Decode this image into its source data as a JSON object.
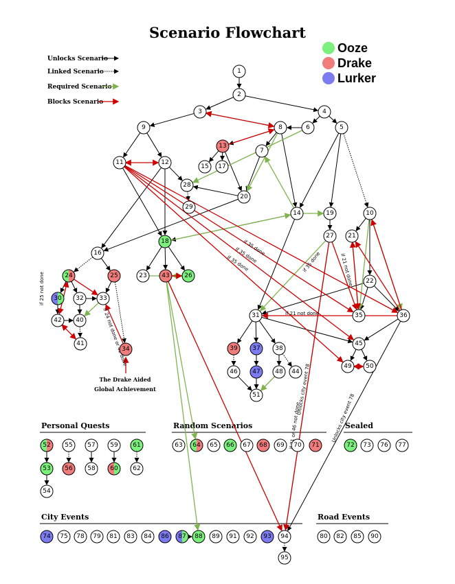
{
  "title": "Scenario Flowchart",
  "legend": [
    {
      "key": "unlocks",
      "label": "Unlocks Scenario",
      "color": "#000000",
      "style": "solid"
    },
    {
      "key": "linked",
      "label": "Linked Scenario",
      "color": "#000000",
      "style": "dotted"
    },
    {
      "key": "required",
      "label": "Required Scenario",
      "color": "#7fb34d",
      "style": "solid"
    },
    {
      "key": "blocks",
      "label": "Blocks Scenario",
      "color": "#cc0000",
      "style": "solid"
    }
  ],
  "factions": [
    {
      "name": "Ooze",
      "color": "#7cf07c"
    },
    {
      "name": "Drake",
      "color": "#f07c7c"
    },
    {
      "name": "Lurker",
      "color": "#7c7cf0"
    }
  ],
  "sections": {
    "personal": "Personal Quests",
    "random": "Random Scenarios",
    "sealed": "Sealed",
    "city": "City Events",
    "road": "Road Events"
  },
  "note_drake": [
    "The Drake Aided",
    "Global Achievement"
  ],
  "annotations": [
    "if 25 not done",
    "if 24 not done or 42 done",
    "if 35 done",
    "if 35 done",
    "if 35 done",
    "if 35 done",
    "if 21 not done",
    "if 21 not done",
    "if 21 or 46 not done",
    "Unlocks city event 78",
    "Unlocks city event 78"
  ],
  "nodes": [
    {
      "id": "1",
      "fill": "white"
    },
    {
      "id": "2",
      "fill": "white"
    },
    {
      "id": "3",
      "fill": "white"
    },
    {
      "id": "4",
      "fill": "white"
    },
    {
      "id": "5",
      "fill": "white"
    },
    {
      "id": "6",
      "fill": "white"
    },
    {
      "id": "7",
      "fill": "white"
    },
    {
      "id": "8",
      "fill": "white"
    },
    {
      "id": "9",
      "fill": "white"
    },
    {
      "id": "10",
      "fill": "white"
    },
    {
      "id": "11",
      "fill": "white"
    },
    {
      "id": "12",
      "fill": "white"
    },
    {
      "id": "13",
      "fill": "drake"
    },
    {
      "id": "14",
      "fill": "white"
    },
    {
      "id": "15",
      "fill": "white"
    },
    {
      "id": "16",
      "fill": "white"
    },
    {
      "id": "17",
      "fill": "white"
    },
    {
      "id": "18",
      "fill": "ooze"
    },
    {
      "id": "19",
      "fill": "white"
    },
    {
      "id": "20",
      "fill": "white"
    },
    {
      "id": "21",
      "fill": "white"
    },
    {
      "id": "22",
      "fill": "white"
    },
    {
      "id": "23",
      "fill": "white"
    },
    {
      "id": "24",
      "fill": "ooze-drake"
    },
    {
      "id": "25",
      "fill": "drake"
    },
    {
      "id": "26",
      "fill": "ooze"
    },
    {
      "id": "27",
      "fill": "white"
    },
    {
      "id": "28",
      "fill": "white"
    },
    {
      "id": "29",
      "fill": "white"
    },
    {
      "id": "30",
      "fill": "lurker-ooze"
    },
    {
      "id": "31",
      "fill": "white"
    },
    {
      "id": "32",
      "fill": "white"
    },
    {
      "id": "33",
      "fill": "white"
    },
    {
      "id": "34",
      "fill": "drake"
    },
    {
      "id": "35",
      "fill": "white"
    },
    {
      "id": "36",
      "fill": "white"
    },
    {
      "id": "37",
      "fill": "lurker"
    },
    {
      "id": "38",
      "fill": "white"
    },
    {
      "id": "39",
      "fill": "drake"
    },
    {
      "id": "40",
      "fill": "white"
    },
    {
      "id": "41",
      "fill": "white"
    },
    {
      "id": "42",
      "fill": "white"
    },
    {
      "id": "43",
      "fill": "drake"
    },
    {
      "id": "44",
      "fill": "white"
    },
    {
      "id": "45",
      "fill": "white"
    },
    {
      "id": "46",
      "fill": "white"
    },
    {
      "id": "47",
      "fill": "lurker"
    },
    {
      "id": "48",
      "fill": "white"
    },
    {
      "id": "49",
      "fill": "white"
    },
    {
      "id": "50",
      "fill": "white"
    },
    {
      "id": "51",
      "fill": "white"
    },
    {
      "id": "52",
      "fill": "ooze-drake"
    },
    {
      "id": "53",
      "fill": "ooze"
    },
    {
      "id": "54",
      "fill": "white"
    },
    {
      "id": "55",
      "fill": "white"
    },
    {
      "id": "56",
      "fill": "drake"
    },
    {
      "id": "57",
      "fill": "white"
    },
    {
      "id": "58",
      "fill": "white"
    },
    {
      "id": "59",
      "fill": "white"
    },
    {
      "id": "60",
      "fill": "drake-ooze"
    },
    {
      "id": "61",
      "fill": "ooze"
    },
    {
      "id": "62",
      "fill": "white"
    },
    {
      "id": "63",
      "fill": "white"
    },
    {
      "id": "64",
      "fill": "ooze-drake"
    },
    {
      "id": "65",
      "fill": "white"
    },
    {
      "id": "66",
      "fill": "ooze"
    },
    {
      "id": "67",
      "fill": "white"
    },
    {
      "id": "68",
      "fill": "drake"
    },
    {
      "id": "69",
      "fill": "white"
    },
    {
      "id": "70",
      "fill": "white"
    },
    {
      "id": "71",
      "fill": "drake"
    },
    {
      "id": "72",
      "fill": "ooze"
    },
    {
      "id": "73",
      "fill": "white"
    },
    {
      "id": "76",
      "fill": "white"
    },
    {
      "id": "77",
      "fill": "white"
    },
    {
      "id": "74",
      "fill": "lurker"
    },
    {
      "id": "75",
      "fill": "white"
    },
    {
      "id": "78",
      "fill": "white"
    },
    {
      "id": "79",
      "fill": "white"
    },
    {
      "id": "81",
      "fill": "white"
    },
    {
      "id": "83",
      "fill": "white"
    },
    {
      "id": "84",
      "fill": "white"
    },
    {
      "id": "86",
      "fill": "lurker"
    },
    {
      "id": "87",
      "fill": "lurker-ooze"
    },
    {
      "id": "88",
      "fill": "ooze"
    },
    {
      "id": "89",
      "fill": "white"
    },
    {
      "id": "91",
      "fill": "white"
    },
    {
      "id": "92",
      "fill": "white"
    },
    {
      "id": "93",
      "fill": "lurker"
    },
    {
      "id": "94",
      "fill": "white"
    },
    {
      "id": "95",
      "fill": "white"
    },
    {
      "id": "80",
      "fill": "white"
    },
    {
      "id": "82",
      "fill": "white"
    },
    {
      "id": "85",
      "fill": "white"
    },
    {
      "id": "90",
      "fill": "white"
    }
  ],
  "edges": [
    {
      "from": "1",
      "to": "2",
      "type": "unlocks"
    },
    {
      "from": "2",
      "to": "3",
      "type": "unlocks"
    },
    {
      "from": "2",
      "to": "4",
      "type": "unlocks"
    },
    {
      "from": "3",
      "to": "8",
      "type": "unlocks"
    },
    {
      "from": "3",
      "to": "9",
      "type": "unlocks"
    },
    {
      "from": "4",
      "to": "5",
      "type": "unlocks"
    },
    {
      "from": "4",
      "to": "6",
      "type": "unlocks"
    },
    {
      "from": "6",
      "to": "8",
      "type": "unlocks"
    },
    {
      "from": "8",
      "to": "7",
      "type": "unlocks"
    },
    {
      "from": "8",
      "to": "13",
      "type": "unlocks"
    },
    {
      "from": "8",
      "to": "14",
      "type": "unlocks"
    },
    {
      "from": "9",
      "to": "11",
      "type": "unlocks"
    },
    {
      "from": "9",
      "to": "12",
      "type": "unlocks"
    },
    {
      "from": "13",
      "to": "15",
      "type": "unlocks"
    },
    {
      "from": "13",
      "to": "17",
      "type": "unlocks"
    },
    {
      "from": "13",
      "to": "20",
      "type": "unlocks"
    },
    {
      "from": "7",
      "to": "20",
      "type": "unlocks"
    },
    {
      "from": "12",
      "to": "28",
      "type": "unlocks"
    },
    {
      "from": "12",
      "to": "18",
      "type": "unlocks"
    },
    {
      "from": "12",
      "to": "16",
      "type": "unlocks"
    },
    {
      "from": "11",
      "to": "18",
      "type": "unlocks"
    },
    {
      "from": "20",
      "to": "28",
      "type": "unlocks"
    },
    {
      "from": "20",
      "to": "16",
      "type": "unlocks"
    },
    {
      "from": "28",
      "to": "29",
      "type": "linked"
    },
    {
      "from": "5",
      "to": "14",
      "type": "unlocks"
    },
    {
      "from": "5",
      "to": "19",
      "type": "unlocks"
    },
    {
      "from": "5",
      "to": "10",
      "type": "linked"
    },
    {
      "from": "19",
      "to": "27",
      "type": "unlocks"
    },
    {
      "from": "10",
      "to": "21",
      "type": "unlocks"
    },
    {
      "from": "10",
      "to": "22",
      "type": "unlocks"
    },
    {
      "from": "14",
      "to": "18",
      "type": "unlocks"
    },
    {
      "from": "14",
      "to": "31",
      "type": "unlocks"
    },
    {
      "from": "18",
      "to": "23",
      "type": "unlocks"
    },
    {
      "from": "18",
      "to": "43",
      "type": "unlocks"
    },
    {
      "from": "18",
      "to": "26",
      "type": "unlocks"
    },
    {
      "from": "16",
      "to": "24",
      "type": "linked"
    },
    {
      "from": "16",
      "to": "25",
      "type": "unlocks"
    },
    {
      "from": "24",
      "to": "32",
      "type": "unlocks"
    },
    {
      "from": "24",
      "to": "30",
      "type": "unlocks"
    },
    {
      "from": "25",
      "to": "33",
      "type": "unlocks"
    },
    {
      "from": "32",
      "to": "33",
      "type": "unlocks"
    },
    {
      "from": "32",
      "to": "40",
      "type": "unlocks"
    },
    {
      "from": "30",
      "to": "42",
      "type": "unlocks"
    },
    {
      "from": "42",
      "to": "40",
      "type": "unlocks"
    },
    {
      "from": "40",
      "to": "41",
      "type": "linked"
    },
    {
      "from": "25",
      "to": "34",
      "type": "linked"
    },
    {
      "from": "22",
      "to": "31",
      "type": "unlocks"
    },
    {
      "from": "22",
      "to": "35",
      "type": "unlocks"
    },
    {
      "from": "22",
      "to": "36",
      "type": "unlocks"
    },
    {
      "from": "31",
      "to": "39",
      "type": "unlocks"
    },
    {
      "from": "31",
      "to": "37",
      "type": "unlocks"
    },
    {
      "from": "31",
      "to": "38",
      "type": "unlocks"
    },
    {
      "from": "31",
      "to": "45",
      "type": "unlocks"
    },
    {
      "from": "39",
      "to": "46",
      "type": "linked"
    },
    {
      "from": "38",
      "to": "48",
      "type": "unlocks"
    },
    {
      "from": "38",
      "to": "44",
      "type": "linked"
    },
    {
      "from": "37",
      "to": "47",
      "type": "unlocks"
    },
    {
      "from": "46",
      "to": "51",
      "type": "unlocks"
    },
    {
      "from": "47",
      "to": "51",
      "type": "unlocks"
    },
    {
      "from": "48",
      "to": "51",
      "type": "unlocks"
    },
    {
      "from": "45",
      "to": "50",
      "type": "unlocks"
    },
    {
      "from": "45",
      "to": "49",
      "type": "unlocks"
    },
    {
      "from": "36",
      "to": "45",
      "type": "unlocks"
    },
    {
      "from": "27",
      "to": "94",
      "type": "unlocks"
    },
    {
      "from": "36",
      "to": "94",
      "type": "unlocks"
    },
    {
      "from": "94",
      "to": "95",
      "type": "linked"
    },
    {
      "from": "52",
      "to": "53",
      "type": "unlocks"
    },
    {
      "from": "53",
      "to": "54",
      "type": "unlocks"
    },
    {
      "from": "55",
      "to": "56",
      "type": "linked"
    },
    {
      "from": "57",
      "to": "58",
      "type": "unlocks"
    },
    {
      "from": "59",
      "to": "60",
      "type": "unlocks"
    },
    {
      "from": "61",
      "to": "62",
      "type": "linked"
    },
    {
      "from": "87",
      "to": "88",
      "type": "unlocks"
    },
    {
      "from": "6",
      "to": "28",
      "type": "required"
    },
    {
      "from": "8",
      "to": "20",
      "type": "required"
    },
    {
      "from": "14",
      "to": "7",
      "type": "required"
    },
    {
      "from": "14",
      "to": "19",
      "type": "required"
    },
    {
      "from": "18",
      "to": "14",
      "type": "required"
    },
    {
      "from": "26",
      "to": "43",
      "type": "required"
    },
    {
      "from": "23",
      "to": "26",
      "type": "required"
    },
    {
      "from": "43",
      "to": "88",
      "type": "required"
    },
    {
      "from": "43",
      "to": "64",
      "type": "required"
    },
    {
      "from": "10",
      "to": "36",
      "type": "required"
    },
    {
      "from": "10",
      "to": "35",
      "type": "required"
    },
    {
      "from": "21",
      "to": "35",
      "type": "required"
    },
    {
      "from": "27",
      "to": "31",
      "type": "required"
    },
    {
      "from": "26",
      "to": "43",
      "type": "required"
    },
    {
      "from": "33",
      "to": "40",
      "type": "required"
    },
    {
      "from": "48",
      "to": "51",
      "type": "required"
    },
    {
      "from": "3",
      "to": "8",
      "type": "blocks"
    },
    {
      "from": "11",
      "to": "12",
      "type": "blocks"
    },
    {
      "from": "13",
      "to": "8",
      "type": "blocks"
    },
    {
      "from": "11",
      "to": "35",
      "type": "blocks"
    },
    {
      "from": "11",
      "to": "36",
      "type": "blocks"
    },
    {
      "from": "11",
      "to": "45",
      "type": "blocks"
    },
    {
      "from": "11",
      "to": "49",
      "type": "blocks"
    },
    {
      "from": "24",
      "to": "42",
      "type": "blocks"
    },
    {
      "from": "42",
      "to": "41",
      "type": "blocks"
    },
    {
      "from": "24",
      "to": "33",
      "type": "blocks"
    },
    {
      "from": "34",
      "to": "33",
      "type": "blocks"
    },
    {
      "from": "43",
      "to": "26",
      "type": "blocks"
    },
    {
      "from": "43",
      "to": "94",
      "type": "blocks"
    },
    {
      "from": "21",
      "to": "35",
      "type": "blocks"
    },
    {
      "from": "27",
      "to": "35",
      "type": "blocks"
    },
    {
      "from": "27",
      "to": "94",
      "type": "blocks"
    },
    {
      "from": "36",
      "to": "31",
      "type": "blocks"
    },
    {
      "from": "36",
      "to": "10",
      "type": "blocks"
    },
    {
      "from": "49",
      "to": "50",
      "type": "blocks"
    },
    {
      "from": "36",
      "to": "21",
      "type": "blocks"
    }
  ]
}
